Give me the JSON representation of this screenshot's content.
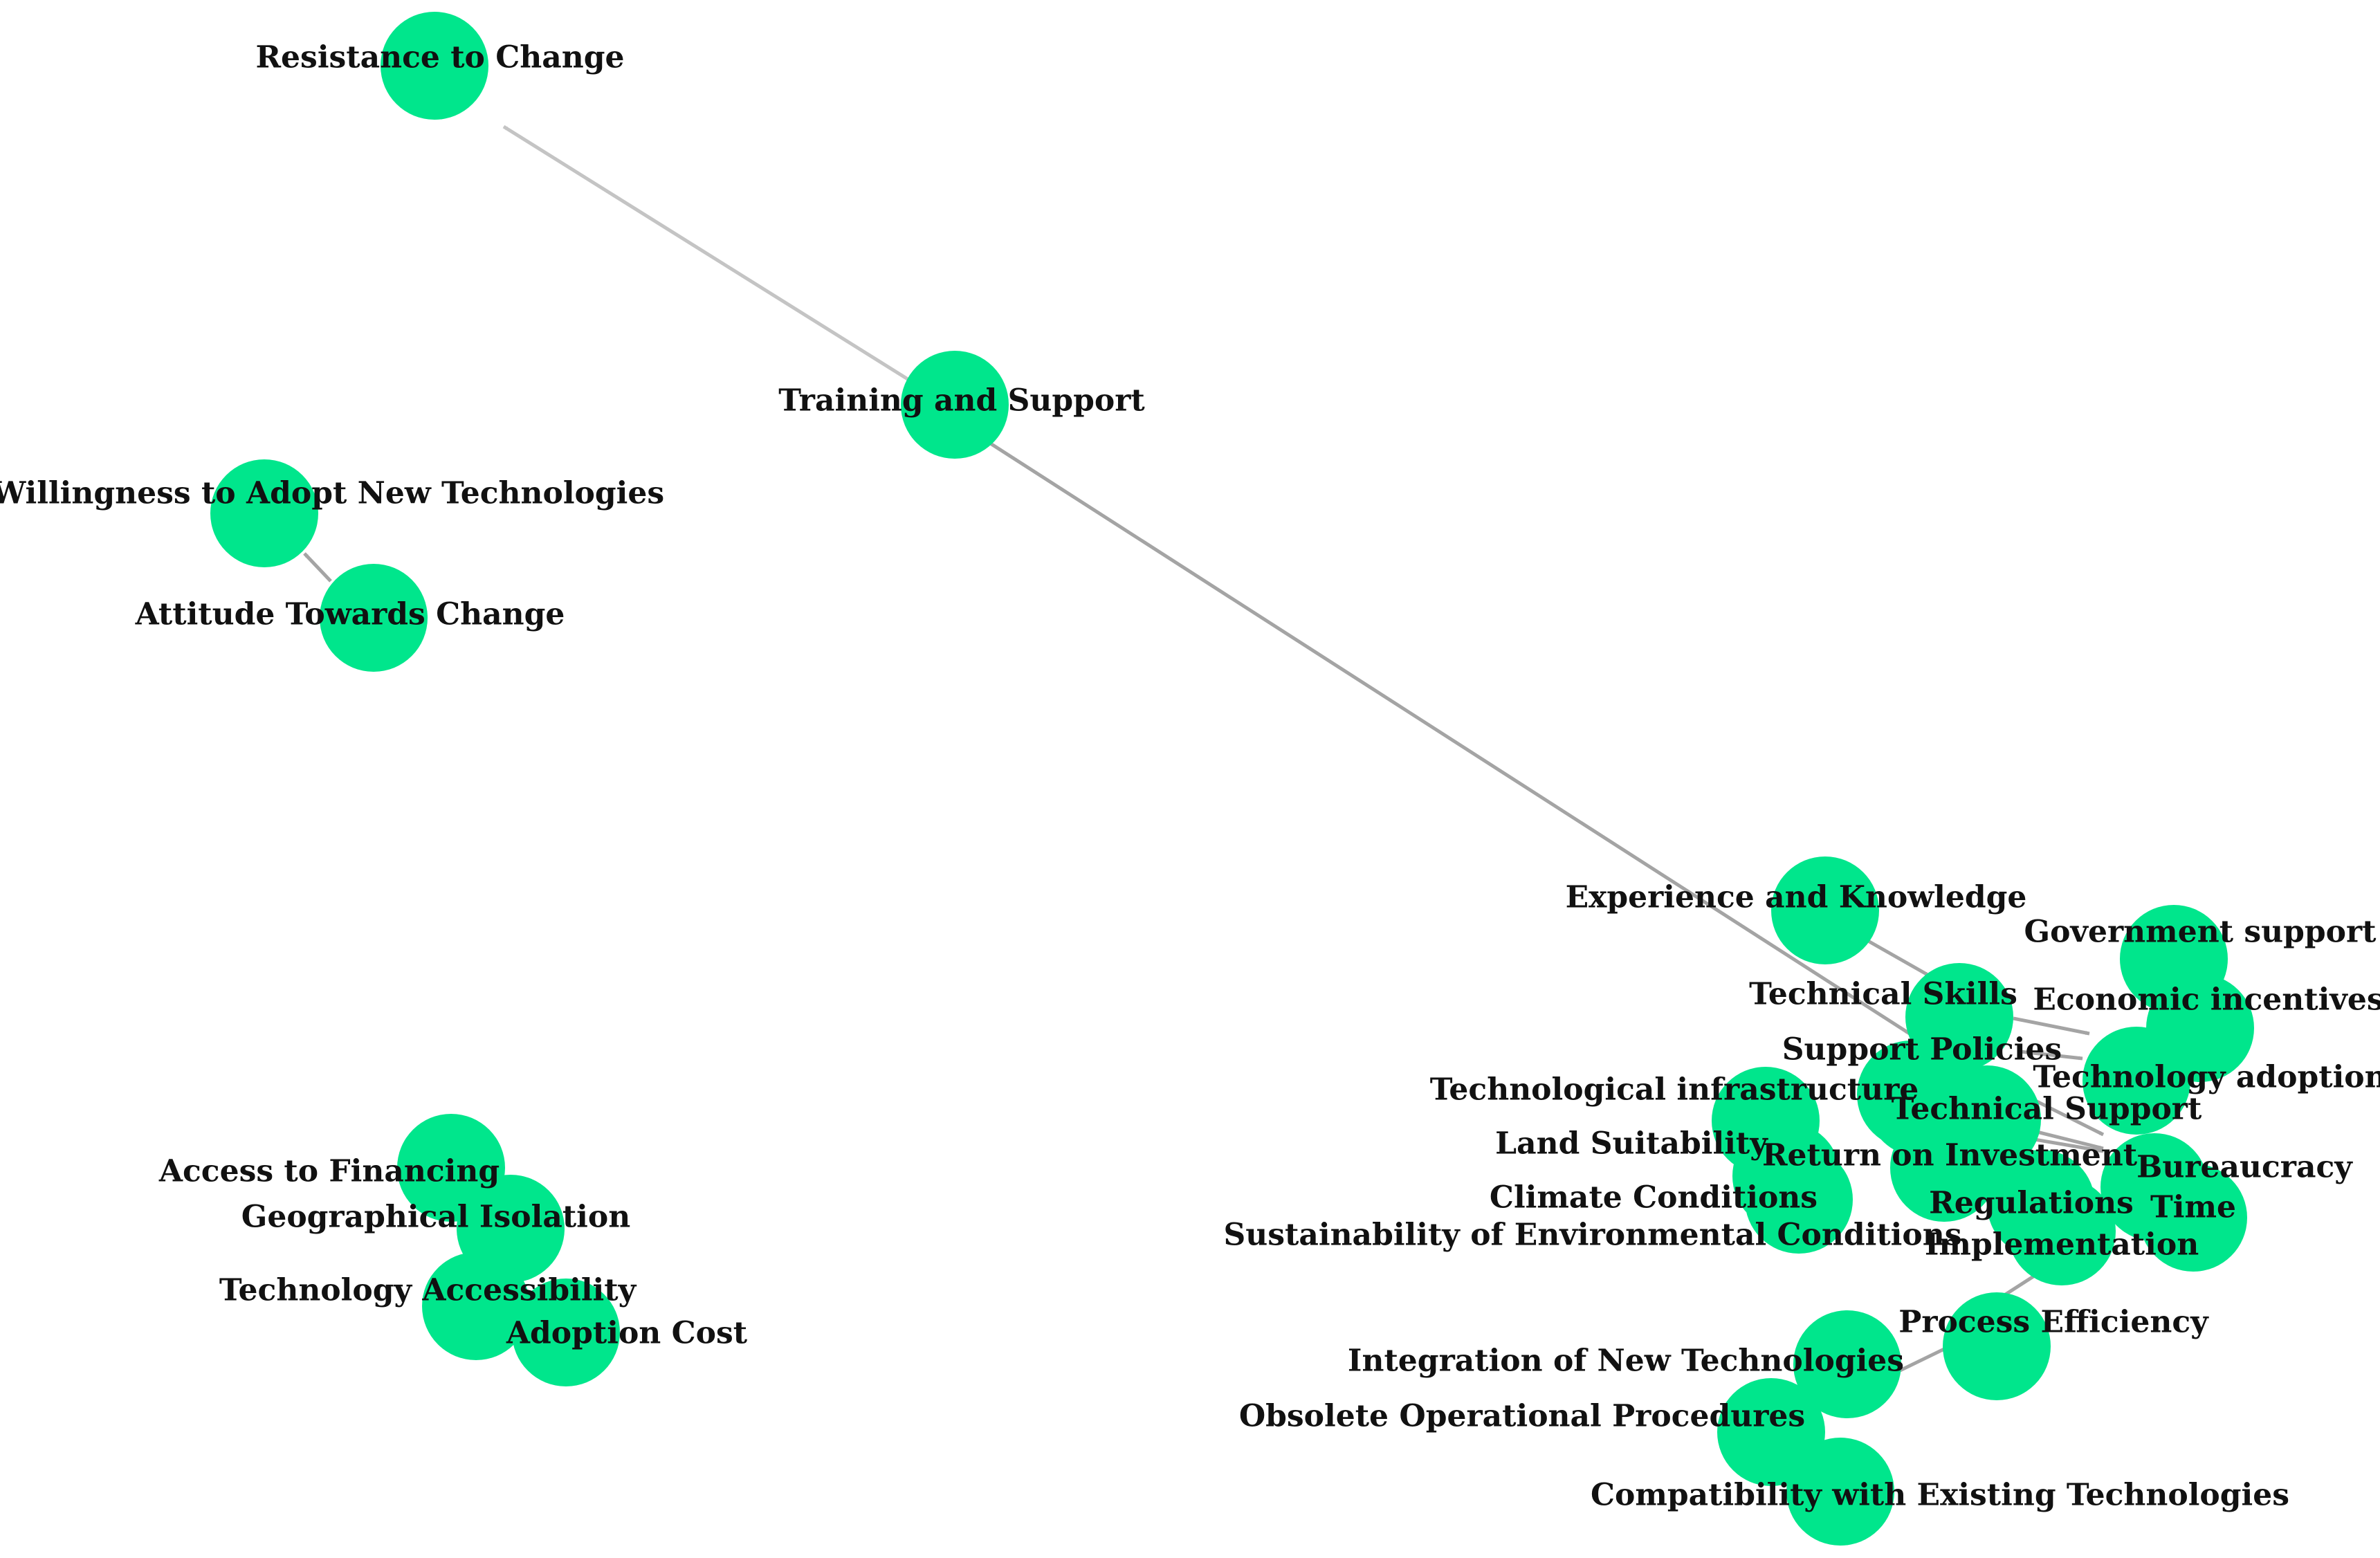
{
  "colors": {
    "node": "#00E68C",
    "edge_dark": "#a4a4a4",
    "edge_light": "#c4c4c4",
    "label": "#111111"
  },
  "nodes": [
    {
      "id": "resistance_to_change",
      "label": "Resistance to Change"
    },
    {
      "id": "training_and_support",
      "label": "Training and Support"
    },
    {
      "id": "willingness_to_adopt",
      "label": "Willingness to Adopt New Technologies"
    },
    {
      "id": "attitude_towards_change",
      "label": "Attitude Towards Change"
    },
    {
      "id": "access_to_financing",
      "label": "Access to Financing"
    },
    {
      "id": "geographical_isolation",
      "label": "Geographical Isolation"
    },
    {
      "id": "technology_accessibility",
      "label": "Technology Accessibility"
    },
    {
      "id": "adoption_cost",
      "label": "Adoption Cost"
    },
    {
      "id": "experience_and_knowledge",
      "label": "Experience and Knowledge"
    },
    {
      "id": "government_support",
      "label": "Government support"
    },
    {
      "id": "technical_skills",
      "label": "Technical Skills"
    },
    {
      "id": "economic_incentives",
      "label": "Economic incentives"
    },
    {
      "id": "support_policies",
      "label": "Support Policies"
    },
    {
      "id": "technology_adoption",
      "label": "Technology adoption"
    },
    {
      "id": "technological_infrastructure",
      "label": "Technological infrastructure"
    },
    {
      "id": "technical_support",
      "label": "Technical Support"
    },
    {
      "id": "land_suitability",
      "label": "Land Suitability"
    },
    {
      "id": "return_on_investment",
      "label": "Return on Investment"
    },
    {
      "id": "bureaucracy",
      "label": "Bureaucracy"
    },
    {
      "id": "climate_conditions",
      "label": "Climate Conditions"
    },
    {
      "id": "regulations",
      "label": "Regulations"
    },
    {
      "id": "time",
      "label": "Time"
    },
    {
      "id": "sustainability_env",
      "label": "Sustainability of Environmental Conditions"
    },
    {
      "id": "implementation",
      "label": "Implementation"
    },
    {
      "id": "process_efficiency",
      "label": "Process Efficiency"
    },
    {
      "id": "integration_new_tech",
      "label": "Integration of New Technologies"
    },
    {
      "id": "obsolete_procedures",
      "label": "Obsolete Operational Procedures"
    },
    {
      "id": "compatibility_existing",
      "label": "Compatibility with Existing Technologies"
    }
  ],
  "edges": [
    {
      "source": "training_and_support",
      "target": "resistance_to_change"
    },
    {
      "source": "training_and_support",
      "target": "technical_skills"
    },
    {
      "source": "attitude_towards_change",
      "target": "willingness_to_adopt"
    },
    {
      "source": "experience_and_knowledge",
      "target": "technical_skills"
    },
    {
      "source": "technical_skills",
      "target": "technology_adoption"
    },
    {
      "source": "support_policies",
      "target": "technology_adoption"
    },
    {
      "source": "support_policies",
      "target": "bureaucracy"
    },
    {
      "source": "technical_support",
      "target": "bureaucracy"
    },
    {
      "source": "return_on_investment",
      "target": "bureaucracy"
    },
    {
      "source": "integration_new_tech",
      "target": "process_efficiency"
    },
    {
      "source": "process_efficiency",
      "target": "implementation"
    }
  ]
}
